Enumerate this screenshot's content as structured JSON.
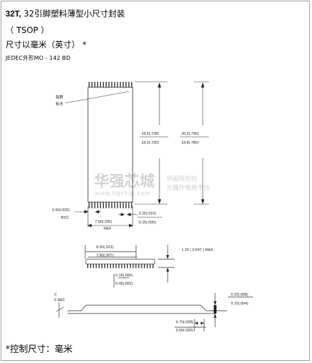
{
  "header": {
    "title_part_bold": "32T,",
    "title_part_rest": " 32引脚塑料薄型小尺寸封装",
    "subtitle": "（  TSOP ）",
    "units_line": "尺寸以毫米（英寸）  *",
    "standard": "JEDEC外形MO - 142 BD"
  },
  "drawing": {
    "pin1_label_line1": "指数",
    "pin1_label_line2": "标志",
    "dim_length_max": "18.5(.728)",
    "dim_length_min": "18.3(.720)",
    "dim_overall_max": "20.2(.795)",
    "dim_overall_min": "19.8(.780)",
    "dim_pitch": "0.50(.020)",
    "dim_pitch_note": "BSC",
    "dim_lead_width_max": "0.25(.010)",
    "dim_lead_width_min": "0.15(.006)",
    "dim_span": "7.50(.295)",
    "dim_span_note": "REF",
    "dim_width_max": "8.20(.323)",
    "dim_width_min": "7.80(.307)",
    "dim_height": "1.20  ( 0.047 )   MAX",
    "dim_standoff_max": "0.15(.006)",
    "dim_standoff_min": "0.05(.002)",
    "dim_angle_1": "0",
    "dim_angle_2": "5 REF",
    "dim_lead_thk_max": "0.20(.008)",
    "dim_lead_thk_min": "0.10(.004)",
    "dim_foot_max": "0.70(.028)",
    "dim_foot_min": "0.50(.020)"
  },
  "watermark": {
    "brand": "华强芯城",
    "url": "www.hqchip.com",
    "slogan_line1": "中国领先的",
    "slogan_line2": "元器件电商平台"
  },
  "footer": {
    "note": "*控制尺寸：毫米"
  }
}
